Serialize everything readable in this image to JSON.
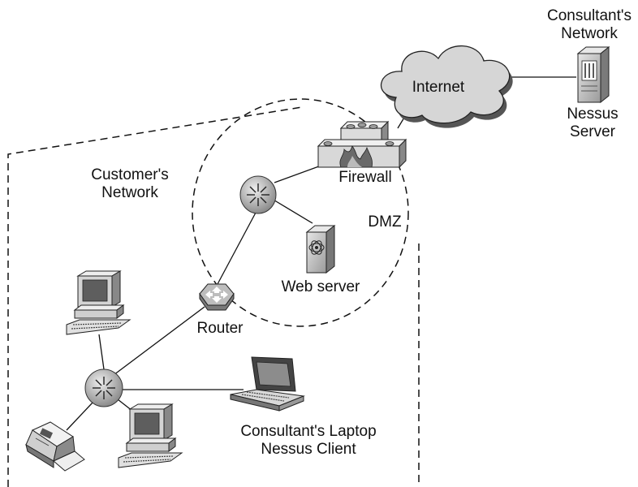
{
  "labels": {
    "consultant_network": [
      "Consultant's",
      "Network"
    ],
    "internet": "Internet",
    "nessus_server": [
      "Nessus",
      "Server"
    ],
    "customer_network": [
      "Customer's",
      "Network"
    ],
    "firewall": "Firewall",
    "dmz": "DMZ",
    "web_server": "Web server",
    "router": "Router",
    "laptop": [
      "Consultant's Laptop",
      "Nessus Client"
    ]
  },
  "icons": {
    "cloud": "cloud-icon",
    "server": "server-icon",
    "firewall": "firewall-icon",
    "switch": "switch-icon",
    "web_server": "web-server-icon",
    "router": "router-icon",
    "desktop": "desktop-computer-icon",
    "laptop": "laptop-icon",
    "printer": "printer-icon"
  },
  "colors": {
    "line": "#111111",
    "device_gray": "#b8b8b8",
    "device_dark": "#555555",
    "cloud_fill": "#cfcfcf"
  }
}
